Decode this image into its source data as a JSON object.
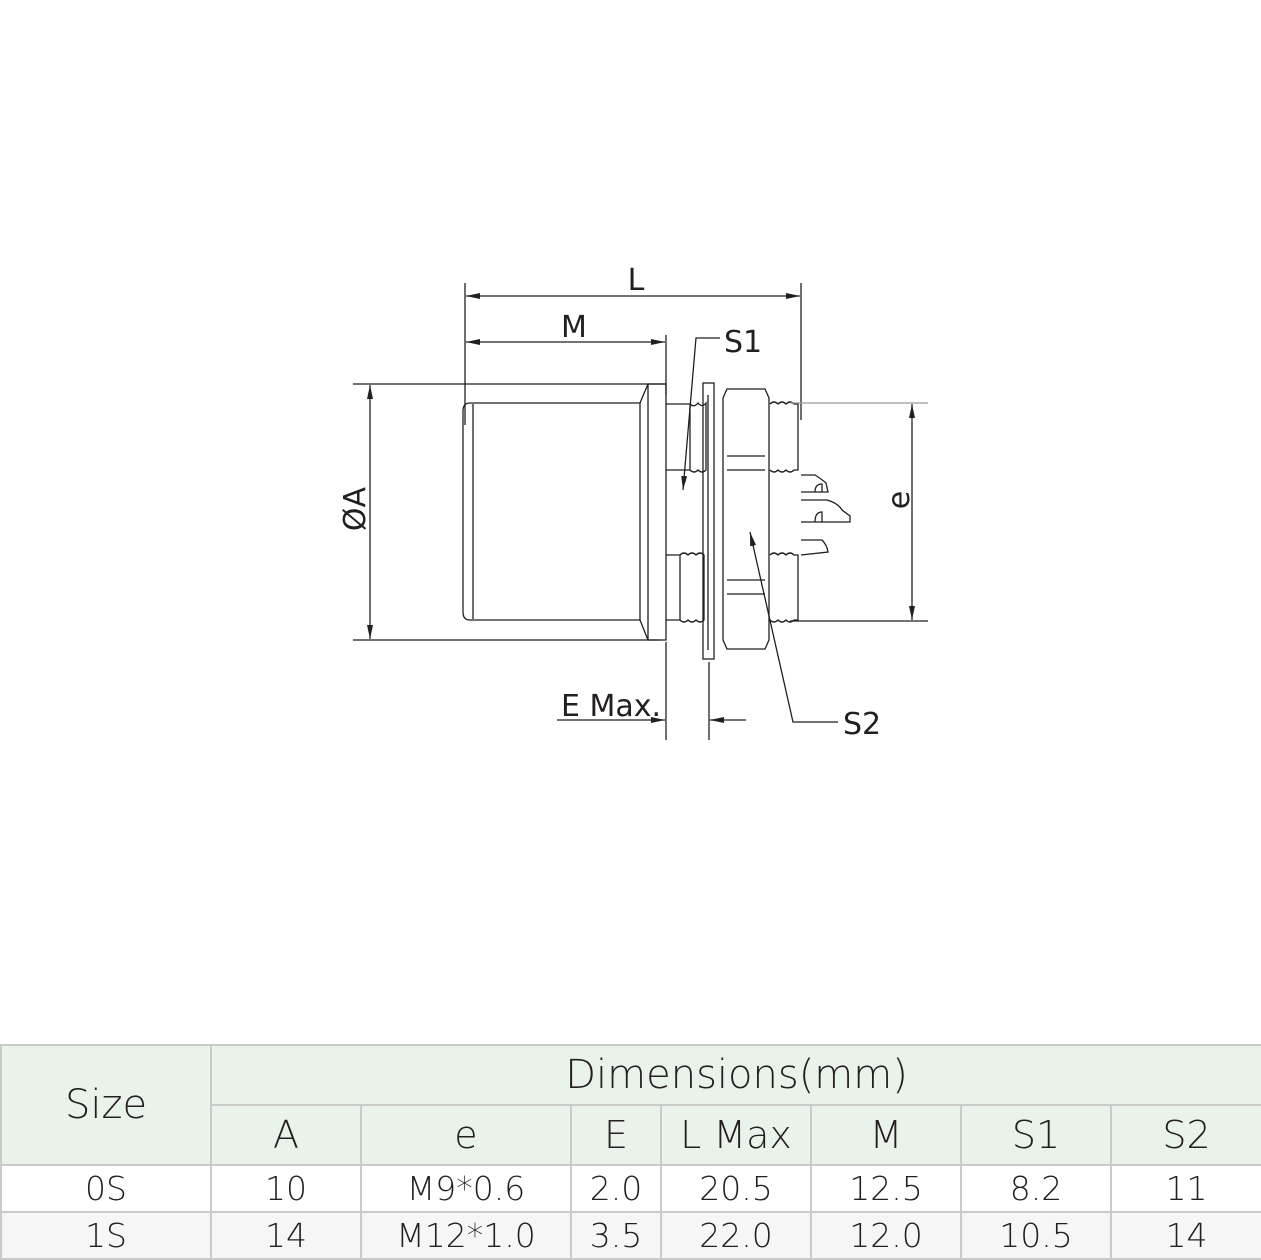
{
  "drawing": {
    "labels": {
      "L": "L",
      "M": "M",
      "S1": "S1",
      "S2": "S2",
      "A": "ØA",
      "e": "e",
      "E": "E Max."
    }
  },
  "table": {
    "size_header": "Size",
    "group_header": "Dimensions(mm)",
    "columns": [
      "A",
      "e",
      "E",
      "L Max",
      "M",
      "S1",
      "S2"
    ],
    "rows": [
      {
        "size": "0S",
        "values": [
          "10",
          "M9*0.6",
          "2.0",
          "20.5",
          "12.5",
          "8.2",
          "11"
        ]
      },
      {
        "size": "1S",
        "values": [
          "14",
          "M12*1.0",
          "3.5",
          "22.0",
          "12.0",
          "10.5",
          "14"
        ]
      }
    ]
  }
}
